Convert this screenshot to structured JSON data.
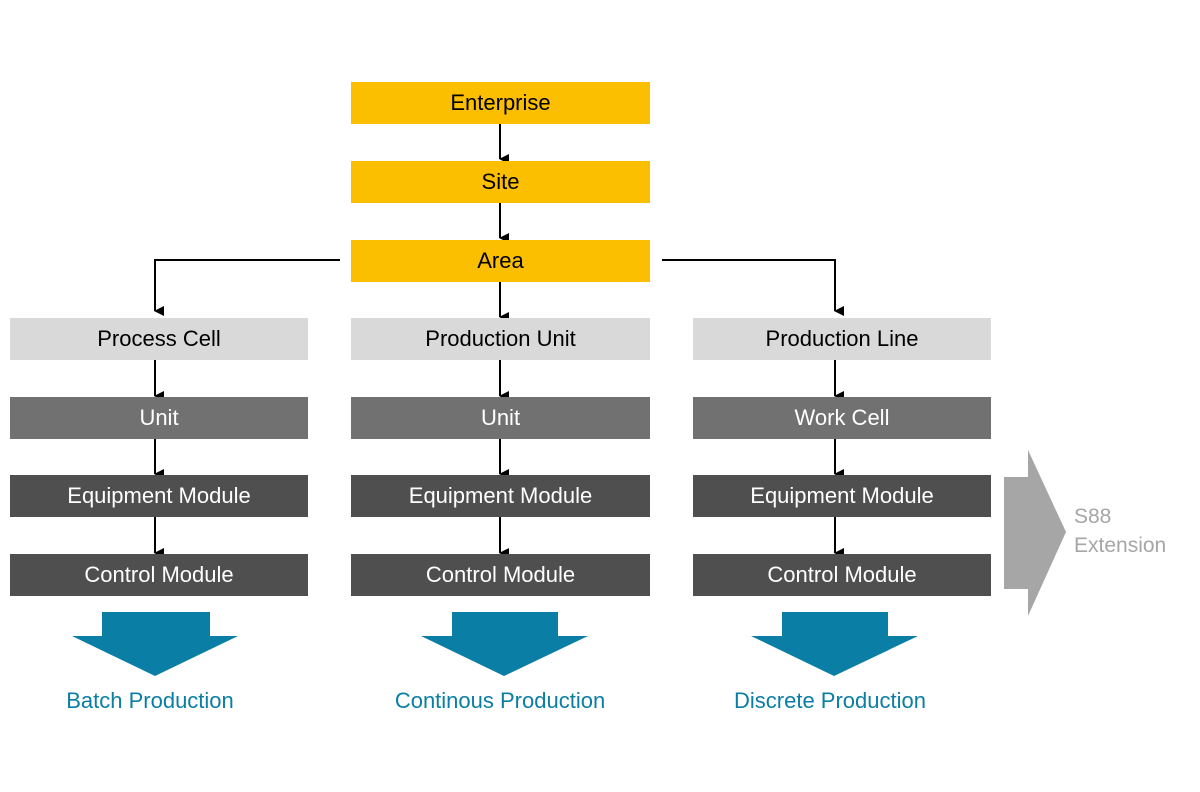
{
  "colors": {
    "enterprise_level": "#fbbf00",
    "cell_level": "#d9d9d9",
    "unit_level": "#717171",
    "module_level": "#4f4f4f",
    "production_arrow": "#0a7ea4",
    "extension_arrow": "#a6a6a6",
    "connector": "#000000"
  },
  "hierarchy": {
    "enterprise": "Enterprise",
    "site": "Site",
    "area": "Area"
  },
  "columns": [
    {
      "cell": "Process Cell",
      "unit": "Unit",
      "equipment_module": "Equipment Module",
      "control_module": "Control Module",
      "production_type": "Batch Production"
    },
    {
      "cell": "Production Unit",
      "unit": "Unit",
      "equipment_module": "Equipment Module",
      "control_module": "Control Module",
      "production_type": "Continous Production"
    },
    {
      "cell": "Production Line",
      "unit": "Work Cell",
      "equipment_module": "Equipment Module",
      "control_module": "Control Module",
      "production_type": "Discrete Production"
    }
  ],
  "extension": {
    "line1": "S88",
    "line2": "Extension"
  }
}
